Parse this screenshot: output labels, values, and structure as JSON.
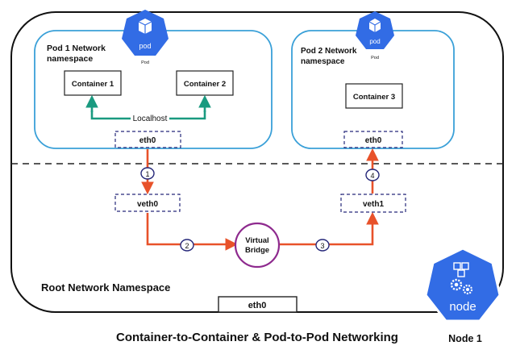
{
  "pod1": {
    "namespace_line1": "Pod 1 Network",
    "namespace_line2": "namespace",
    "icon_text": "pod",
    "icon_caption": "Pod",
    "container_a": "Container 1",
    "container_b": "Container 2",
    "localhost_label": "Localhost",
    "eth": "eth0"
  },
  "pod2": {
    "namespace_line1": "Pod 2 Network",
    "namespace_line2": "namespace",
    "icon_text": "pod",
    "icon_caption": "Pod",
    "container": "Container 3",
    "eth": "eth0"
  },
  "root": {
    "namespace_label": "Root Network Namespace",
    "veth_left": "veth0",
    "veth_right": "veth1",
    "bridge_line1": "Virtual",
    "bridge_line2": "Bridge",
    "eth": "eth0"
  },
  "steps": [
    "1",
    "2",
    "3",
    "4"
  ],
  "node": {
    "icon_text": "node",
    "label": "Node 1"
  },
  "caption": "Container-to-Container & Pod-to-Pod Networking",
  "colors": {
    "pod_border": "#3aa0d8",
    "localhost_arrow": "#1a9a80",
    "flow_arrow": "#e8522a",
    "bridge_border": "#8e2a8e",
    "step_border": "#26287a",
    "k8s_blue": "#326ce5"
  }
}
